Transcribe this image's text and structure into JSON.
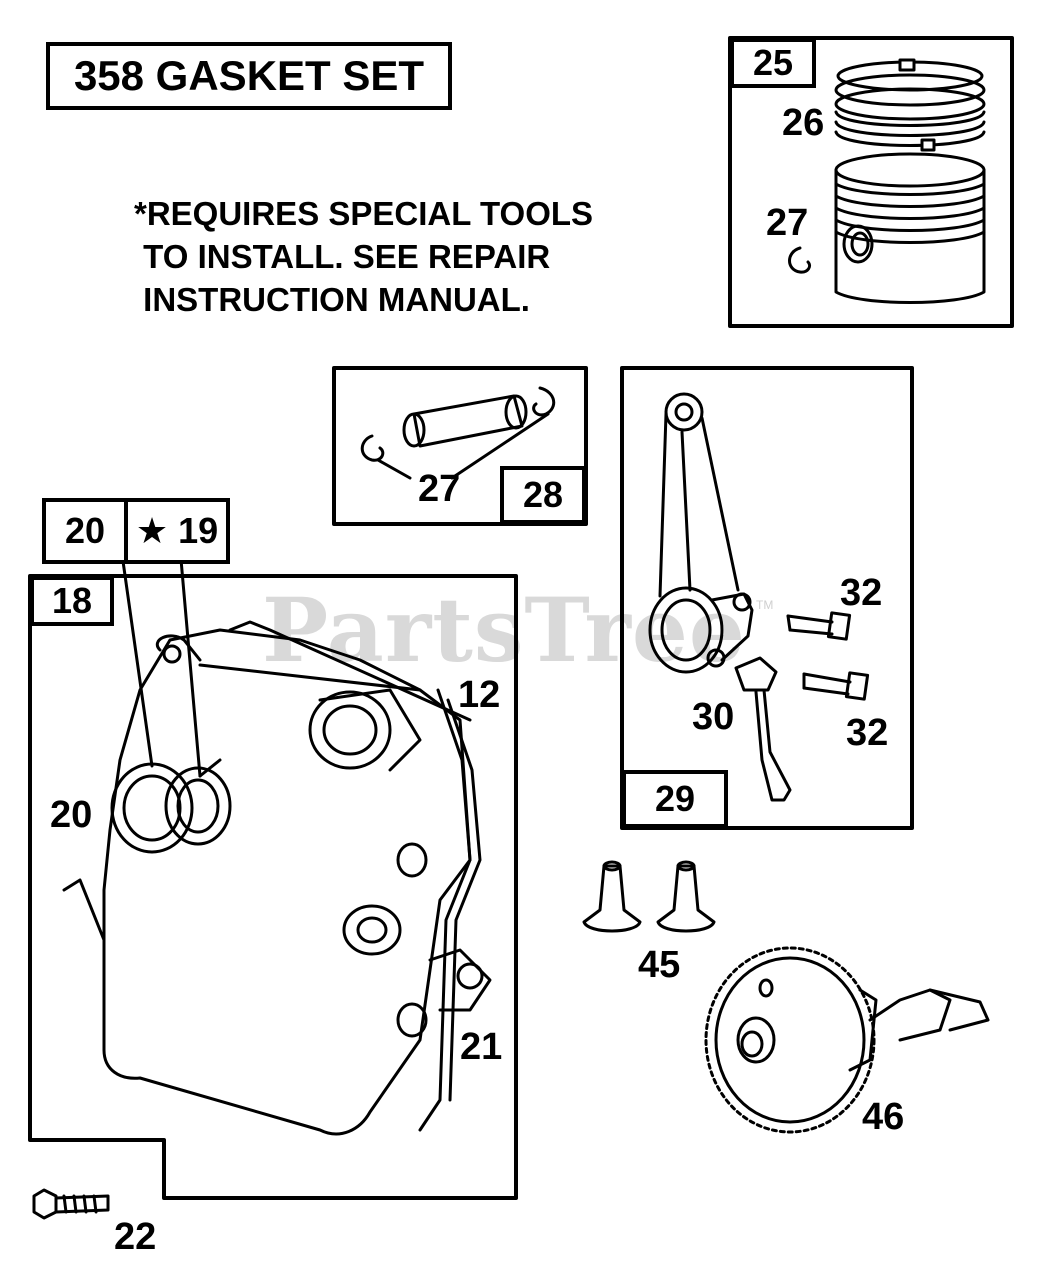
{
  "title": "358 GASKET SET",
  "note_lines": [
    "*REQUIRES SPECIAL TOOLS",
    " TO INSTALL. SEE REPAIR",
    " INSTRUCTION MANUAL."
  ],
  "watermark": "PartsTree",
  "trademark": "TM",
  "labels": {
    "piston_box": "25",
    "rings": "26",
    "piston_clip": "27",
    "pin_clip": "27",
    "pin_box": "28",
    "rod_box": "29",
    "dipper": "30",
    "rod_bolt_top": "32",
    "rod_bolt_bottom": "32",
    "seal_tag": "20",
    "star_tag": "★ 19",
    "cover_box": "18",
    "gasket": "12",
    "seal_side": "20",
    "governor": "21",
    "cover_bolt": "22",
    "lifters": "45",
    "camshaft": "46"
  }
}
